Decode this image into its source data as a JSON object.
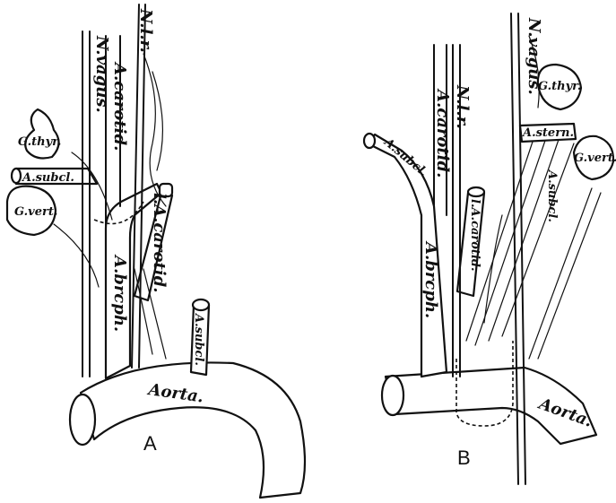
{
  "panel_a": {
    "letter": "A",
    "labels": {
      "n_vagus": "N.vagus.",
      "n_l_r": "N.l.r.",
      "a_carotid_main": "A.carotid.",
      "a_carotid_left": "l.A.carotid.",
      "g_thyr": "G.thyr.",
      "a_subcl_right": "A.subcl.",
      "g_vert": "G.vert.",
      "a_brcph": "A.brcph.",
      "a_subcl_left": "A.subcl.",
      "aorta": "Aorta."
    }
  },
  "panel_b": {
    "letter": "B",
    "labels": {
      "n_vagus": "N.vagus.",
      "n_l_r": "N.l.r.",
      "a_carotid_main": "A.carotid.",
      "a_carotid_left": "l.A.carotid.",
      "g_thyr": "G.thyr.",
      "a_stern": "A.stern.",
      "g_vert": "G.vert.",
      "a_subcl_right": "A.subcl.",
      "a_subcl_left": "A.subcl.",
      "a_brcph": "A.brcph.",
      "aorta": "Aorta."
    }
  }
}
